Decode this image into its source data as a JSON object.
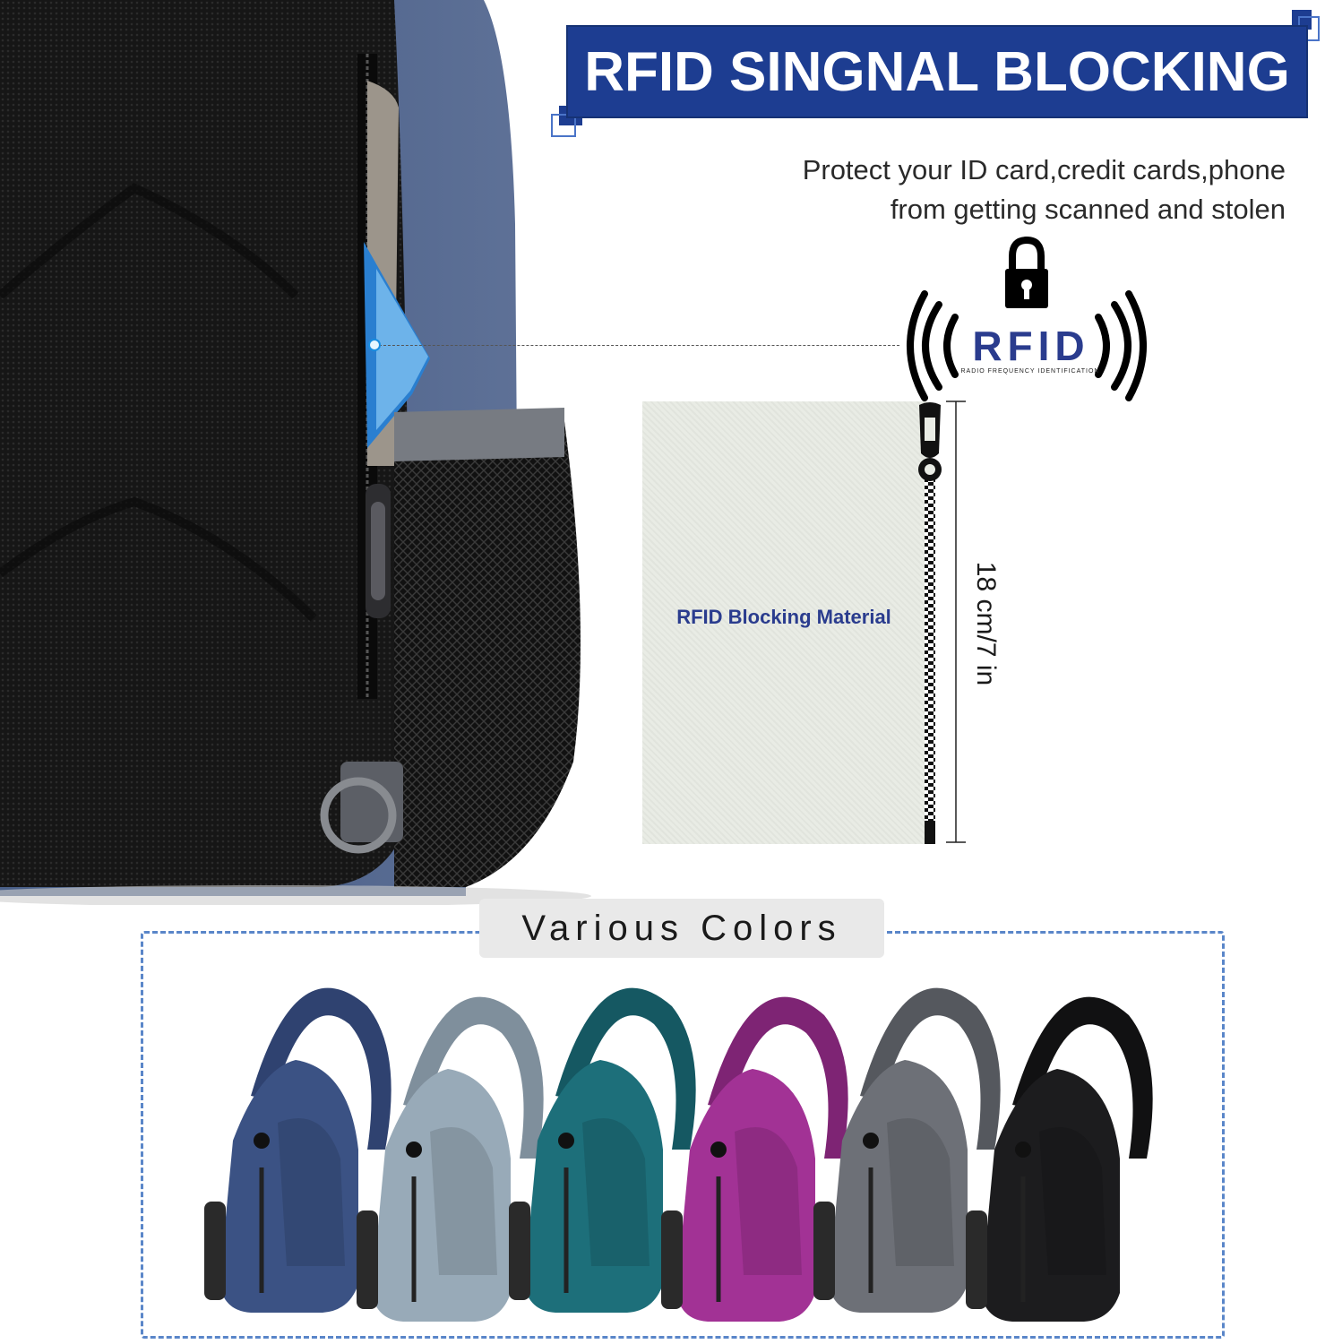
{
  "header": {
    "title": "RFID SINGNAL BLOCKING"
  },
  "description": {
    "line1": "Protect your ID card,credit cards,phone",
    "line2": "from getting scanned and stolen"
  },
  "rfid_logo": {
    "word": "RFID",
    "subtitle": "RADIO FREQUENCY IDENTIFICATION"
  },
  "swatch": {
    "label": "RFID Blocking Material"
  },
  "measurement": {
    "label": "18 cm/7 in"
  },
  "colors_section": {
    "title": "Various Colors",
    "bag_colors": [
      {
        "name": "navy-bag",
        "body": "#3b5284",
        "strap": "#2f4270"
      },
      {
        "name": "light-gray-bag",
        "body": "#98aab8",
        "strap": "#7f8f9c"
      },
      {
        "name": "teal-bag",
        "body": "#1d6f7a",
        "strap": "#155862"
      },
      {
        "name": "magenta-bag",
        "body": "#a23295",
        "strap": "#7e2474"
      },
      {
        "name": "dark-gray-bag",
        "body": "#6d7077",
        "strap": "#55585e"
      },
      {
        "name": "black-bag",
        "body": "#1c1c1e",
        "strap": "#111112"
      }
    ]
  },
  "colors": {
    "banner": "#1d3d91",
    "accent_text": "#2a3c8e",
    "dashed_frame": "#5a86c9"
  }
}
